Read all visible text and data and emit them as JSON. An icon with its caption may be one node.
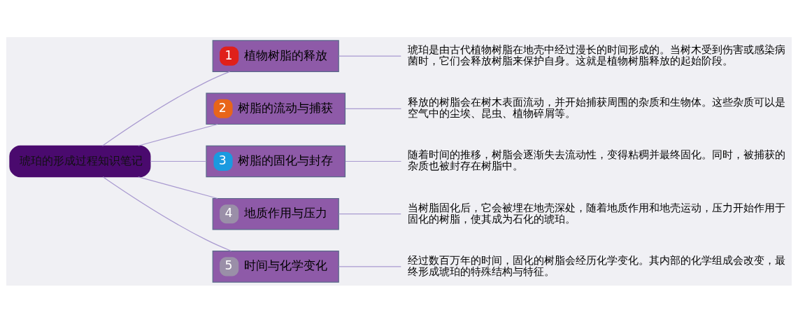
{
  "diagram": {
    "nodes": [
      {
        "text": [
          "琥珀的形成过程知识笔记"
        ]
      },
      {
        "text": [
          "1",
          "植物树脂的释放"
        ]
      },
      {
        "text": [
          "琥珀是由古代植物树脂在地壳中经过漫长的时间形成的。当树木受到伤害或感染病菌时，它们会释放树脂来保护自身。这就是植物树脂释放的起始阶段。"
        ]
      },
      {
        "text": [
          "2",
          "树脂的流动与捕获"
        ]
      },
      {
        "text": [
          "释放的树脂会在树木表面流动，并开始捕获周围的杂质和生物体。这些杂质可以是空气中的尘埃、昆虫、植物碎屑等。"
        ]
      },
      {
        "text": [
          "3",
          "树脂的固化与封存"
        ]
      },
      {
        "text": [
          "随着时间的推移，树脂会逐渐失去流动性，变得粘稠并最终固化。同时，被捕获的杂质也被封存在树脂中。"
        ]
      },
      {
        "text": [
          "4",
          "地质作用与压力"
        ]
      },
      {
        "text": [
          "当树脂固化后，它会被埋在地壳深处，随着地质作用和地壳运动，压力开始作用于固化的树脂，使其成为石化的琥珀。"
        ]
      },
      {
        "text": [
          "5",
          "时间与化学变化"
        ]
      },
      {
        "text": [
          "经过数百万年的时间，固化的树脂会经历化学变化。其内部的化学组成会改变，最终形成琥珀的特殊结构与特征。"
        ]
      }
    ],
    "edges": [
      {
        "from": 0,
        "to": 1,
        "arrow": "none"
      },
      {
        "from": 1,
        "to": 2,
        "arrow": "none"
      },
      {
        "from": 0,
        "to": 3,
        "arrow": "none"
      },
      {
        "from": 3,
        "to": 4,
        "arrow": "none"
      },
      {
        "from": 0,
        "to": 5,
        "arrow": "none"
      },
      {
        "from": 5,
        "to": 6,
        "arrow": "none"
      },
      {
        "from": 0,
        "to": 7,
        "arrow": "none"
      },
      {
        "from": 7,
        "to": 8,
        "arrow": "none"
      },
      {
        "from": 0,
        "to": 9,
        "arrow": "none"
      },
      {
        "from": 9,
        "to": 10,
        "arrow": "none"
      }
    ]
  }
}
